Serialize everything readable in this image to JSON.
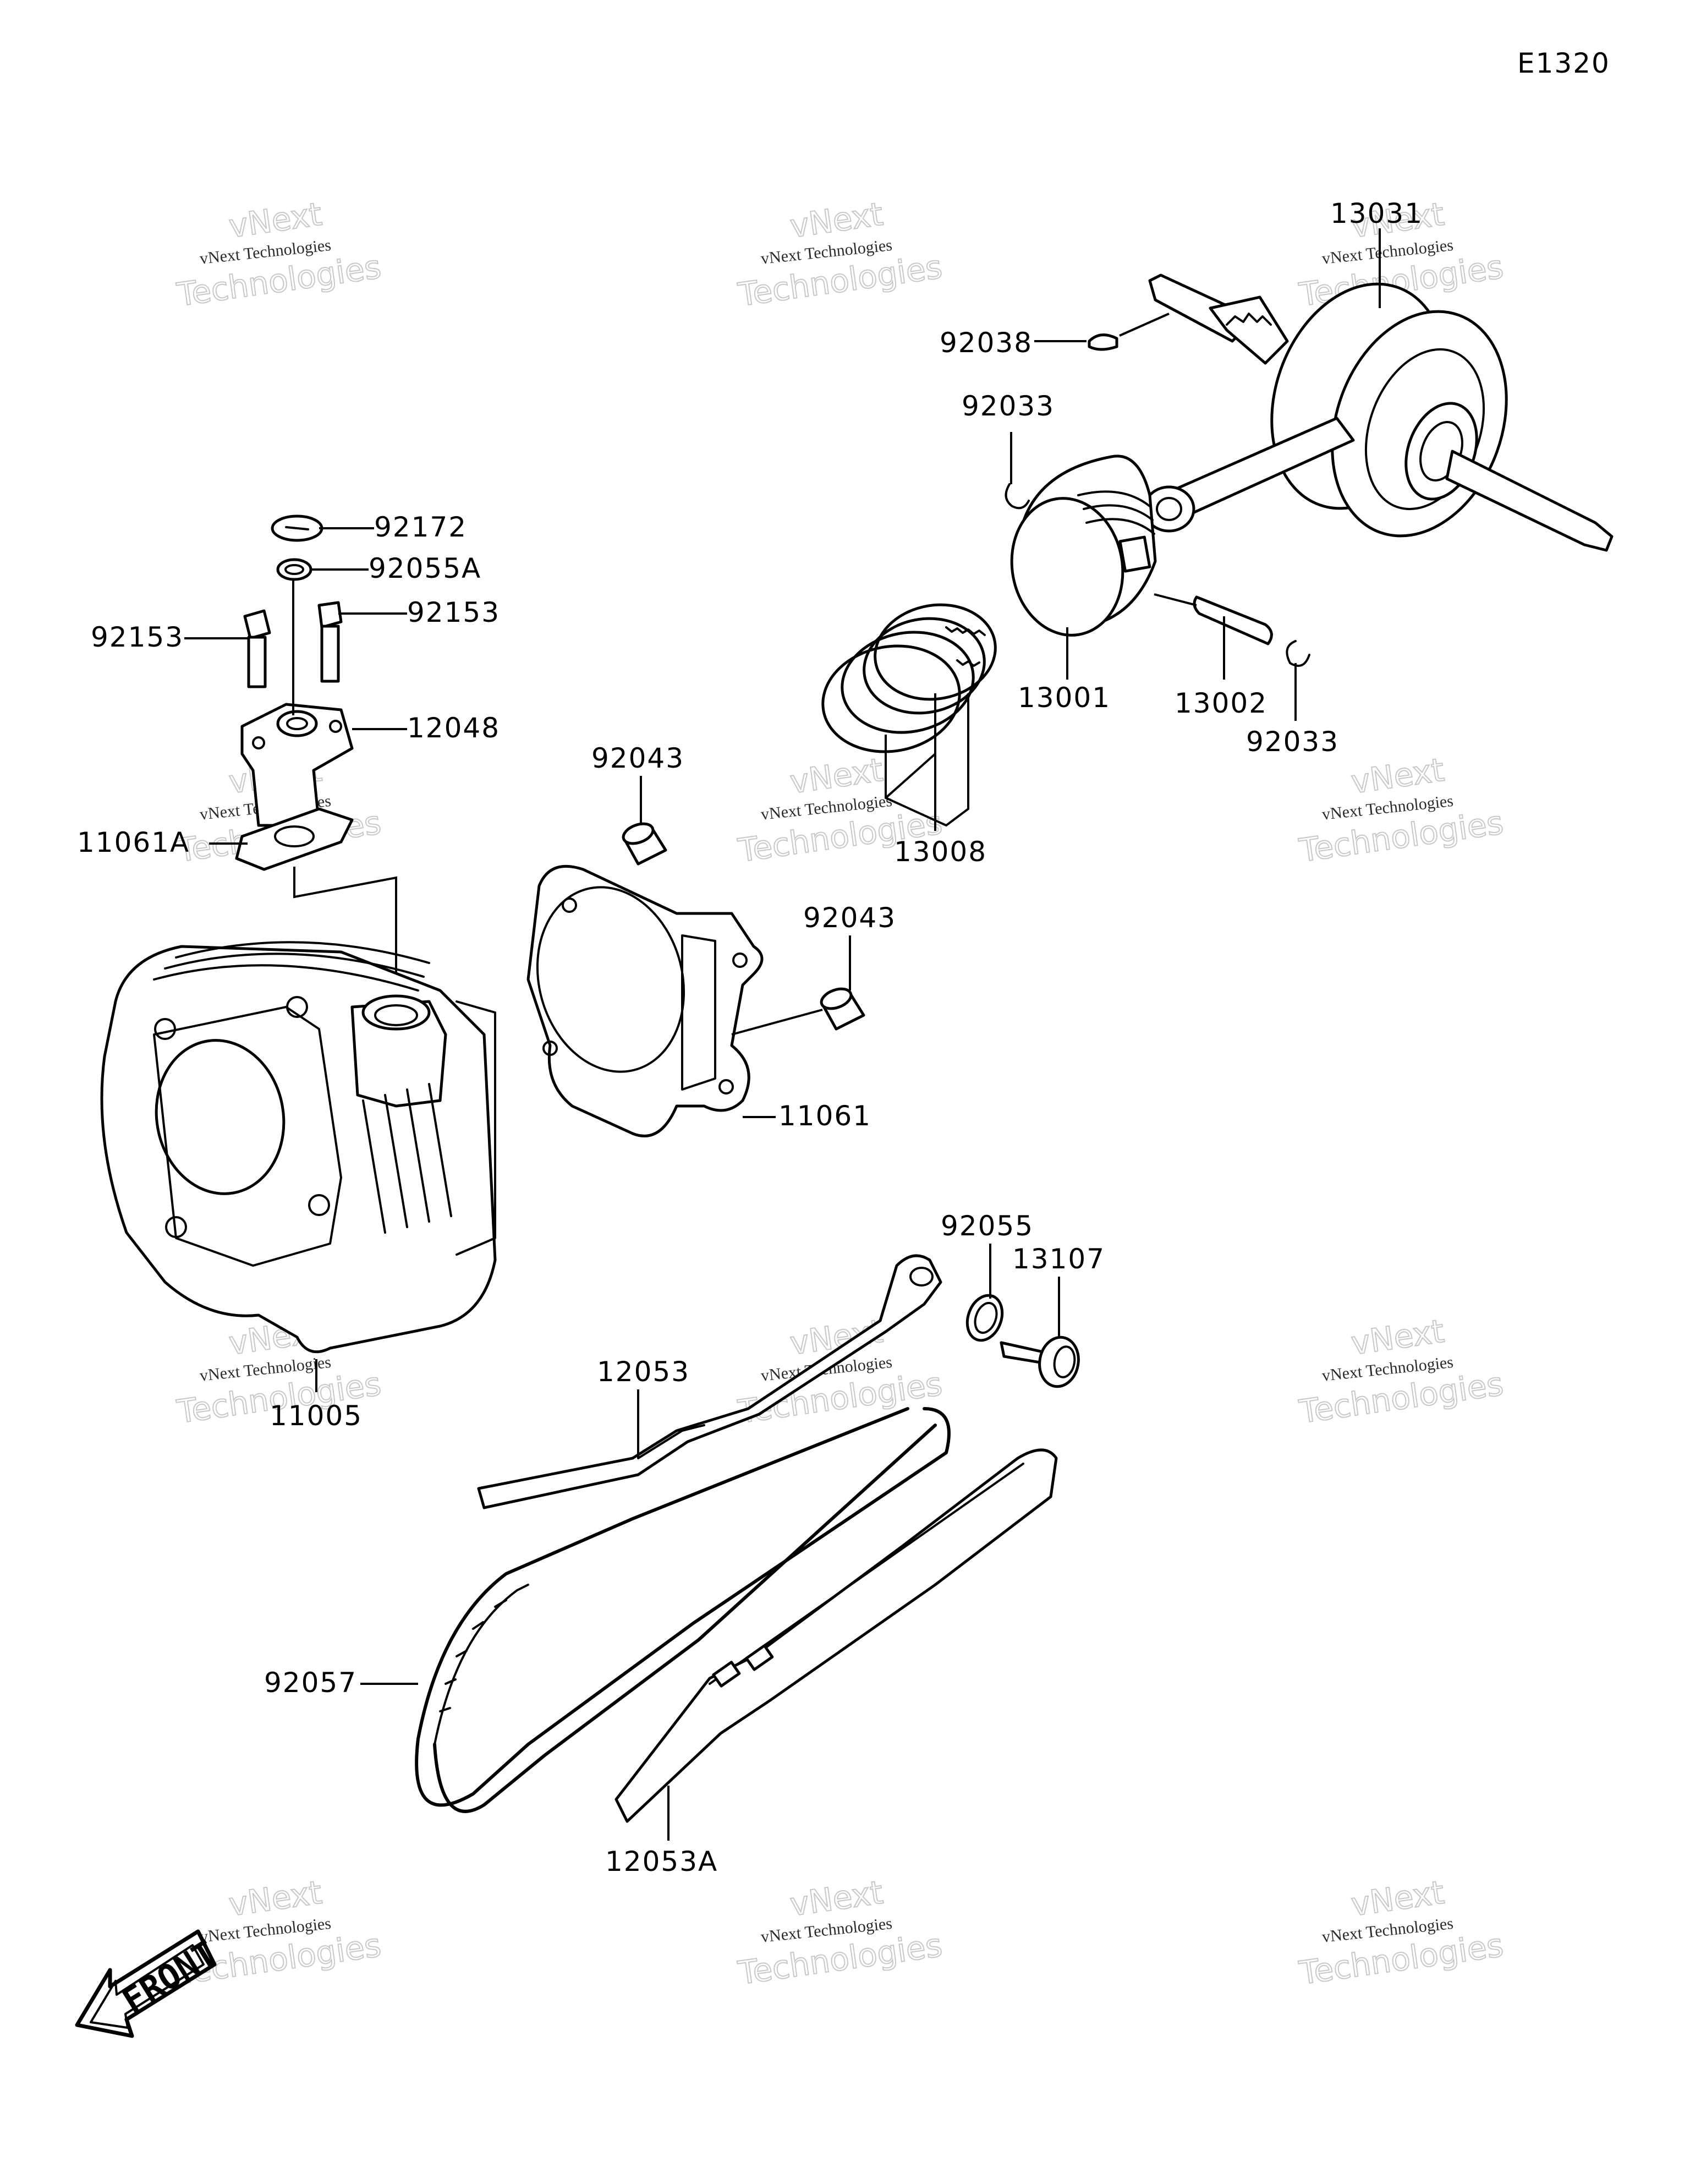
{
  "diagram_code": "E1320",
  "watermark": {
    "line1": "vNext",
    "line2": "Technologies",
    "caption": "vNext Technologies"
  },
  "front_label": "FRONT",
  "parts": [
    {
      "id": "13031"
    },
    {
      "id": "92038"
    },
    {
      "id": "92033a",
      "number": "92033"
    },
    {
      "id": "92172"
    },
    {
      "id": "92055A"
    },
    {
      "id": "92153a",
      "number": "92153"
    },
    {
      "id": "92153b",
      "number": "92153"
    },
    {
      "id": "12048"
    },
    {
      "id": "13001"
    },
    {
      "id": "13002"
    },
    {
      "id": "92033b",
      "number": "92033"
    },
    {
      "id": "92043a",
      "number": "92043"
    },
    {
      "id": "13008"
    },
    {
      "id": "11061A"
    },
    {
      "id": "92043b",
      "number": "92043"
    },
    {
      "id": "11061"
    },
    {
      "id": "92055"
    },
    {
      "id": "13107"
    },
    {
      "id": "12053"
    },
    {
      "id": "11005"
    },
    {
      "id": "92057"
    },
    {
      "id": "12053A"
    }
  ],
  "labels": {
    "p13031": "13031",
    "p92038": "92038",
    "p92033a": "92033",
    "p92172": "92172",
    "p92055A": "92055A",
    "p92153a": "92153",
    "p92153b": "92153",
    "p12048": "12048",
    "p13001": "13001",
    "p13002": "13002",
    "p92033b": "92033",
    "p92043a": "92043",
    "p13008": "13008",
    "p11061A": "11061A",
    "p92043b": "92043",
    "p11061": "11061",
    "p92055": "92055",
    "p13107": "13107",
    "p12053": "12053",
    "p11005": "11005",
    "p92057": "92057",
    "p12053A": "12053A"
  }
}
